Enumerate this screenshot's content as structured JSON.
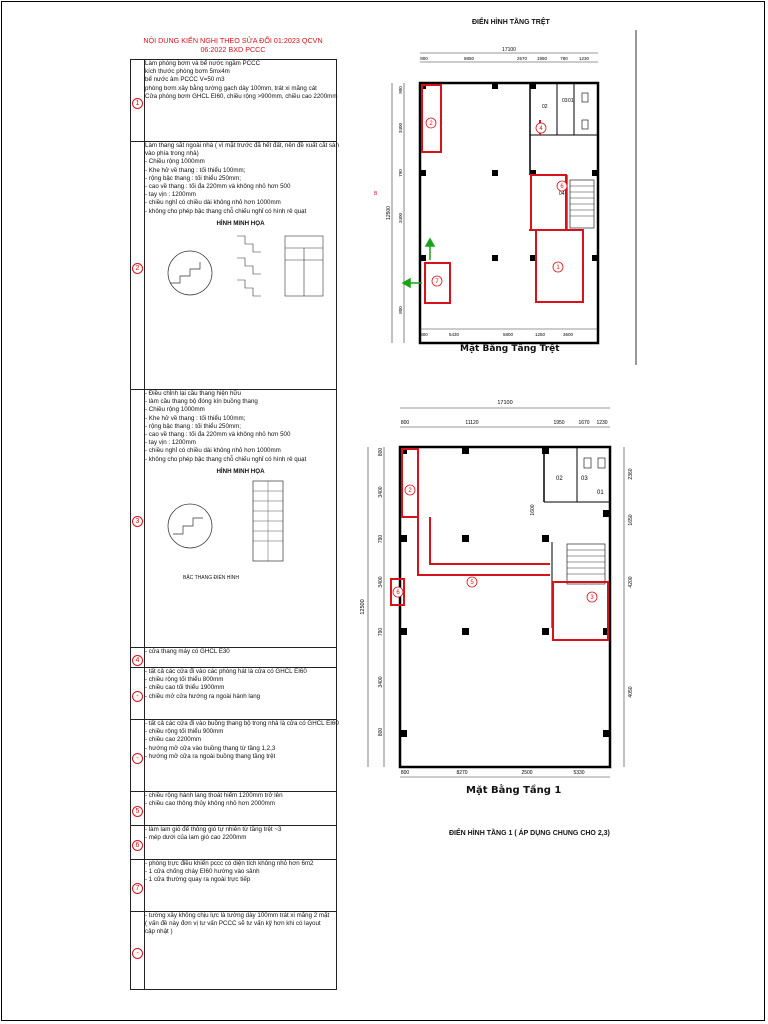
{
  "header": {
    "title": "NỘI DUNG KIẾN NGHỊ THEO SỬA ĐỔI 01:2023 QCVN 06:2022 BXD PCCC",
    "ground_heading": "ĐIỂN HÌNH TẦNG TRỆT",
    "floor_heading": "ĐIỂN HÌNH TẦNG 1 ( ÁP DỤNG CHUNG CHO 2,3)"
  },
  "rows": [
    {
      "num": "1",
      "lines": [
        "Làm phòng bơm và bể nước ngầm PCCC",
        "kích thước phòng bơm 5mx4m",
        "bể nước âm PCCC V=50 m3",
        "phòng bơm xây bằng tường gạch dày 100mm, trát xi măng cát",
        "Cửa phòng bơm GHCL EI60, chiều rộng >900mm, chiều cao 2200mm"
      ]
    },
    {
      "num": "2",
      "lines": [
        "Làm thang sắt ngoài nhà ( vì mặt trước đã hết đất, nên đề xuất cắt sàn",
        "vào phía trong nhà)",
        "- Chiều rộng 1000mm",
        "- Khe hở về thang : tối thiểu 100mm;",
        "- rộng bậc thang : tối thiểu 250mm;",
        "- cao về thang : tối đa 220mm  và không nhỏ hơn 500",
        "- tay vịn : 1200mm",
        "- chiều nghỉ có chiều dài không nhỏ hơn 1000mm",
        "- không cho phép bậc thang chỗ chiếu nghỉ có hình rẻ quạt"
      ],
      "figure_title": "HÌNH MINH HỌA"
    },
    {
      "num": "3",
      "lines": [
        "- Điều chỉnh lại cầu thang hiện hữu",
        "- làm cầu thang bộ đóng kín buồng thang",
        "- Chiều rộng 1000mm",
        "- Khe hở về thang : tối thiểu 100mm;",
        "- rộng bậc thang : tối thiểu 250mm;",
        "- cao về thang : tối đa 220mm  và không nhỏ hơn 500",
        "- tay vịn : 1200mm",
        "- chiều nghỉ có chiều dài không nhỏ hơn 1000mm",
        "- không cho phép bậc thang chỗ chiếu nghỉ có hình rẻ quạt"
      ],
      "figure_title": "HÌNH MINH HỌA",
      "figure_caption": "BẬC THANG ĐIỂN HÌNH"
    },
    {
      "num": "4",
      "lines": [
        "- cửa thang máy có GHCL E30"
      ]
    },
    {
      "num": "-",
      "lines": [
        "- tất cả các cửa đi vào các phòng hát là cửa có GHCL EI60",
        "- chiều rộng tối thiểu 800mm",
        "- chiều cao tối thiểu 1900mm",
        "- chiều mở cửa hướng ra ngoài hành lang"
      ]
    },
    {
      "num": "-",
      "lines": [
        "- tất cả các cửa đi vào buồng thang bộ trong nhà là cửa có GHCL EI60",
        "- chiều rộng tối thiểu 900mm",
        "- chiều cao 2200mm",
        "- hướng mở cửa vào buồng thang từ tầng 1,2,3",
        "- hướng mở cửa ra ngoài buồng thang tầng trệt"
      ]
    },
    {
      "num": "5",
      "lines": [
        "- chiều rộng hành lang thoát hiểm 1200mm trở lên",
        "- chiều cao thông thủy không nhỏ hơn 2000mm"
      ]
    },
    {
      "num": "6",
      "lines": [
        "- làm lam gió để thông gió tự nhiên từ tầng trệt ~3",
        "- mép dưới của lam gió cao 2200mm"
      ]
    },
    {
      "num": "7",
      "lines": [
        "- phòng trực điều khiển pccc có diện tích không nhỏ hơn 6m2",
        "- 1 cửa chống cháy EI60 hướng vào sảnh",
        "- 1 cửa thường quay ra ngoài trực tiếp"
      ]
    },
    {
      "num": "-",
      "lines": [
        "- tường xây không chịu lực là tường dày 100mm trát xi măng 2 mặt",
        "  ( vấn đề này đơn vị tư vấn PCCC sẽ tư vấn kỹ hơn khi có layout",
        "  cập nhật )"
      ]
    }
  ],
  "plans": {
    "ground": {
      "title": "Mặt Bằng Tầng Trệt",
      "total": "17100",
      "top_dims": [
        "800",
        "8850",
        "2570",
        "1950",
        "780",
        "1230"
      ],
      "bottom_dims": [
        "800",
        "5430",
        "5800",
        "1250",
        "3600"
      ],
      "left_dims": [
        "900",
        "3400",
        "790",
        "3400",
        "800"
      ],
      "total_height": "12500",
      "room_labels": [
        "02",
        "03",
        "01",
        "04"
      ],
      "markers": [
        "1",
        "2",
        "4",
        "6",
        "7"
      ]
    },
    "floor": {
      "title": "Mặt Bằng Tầng 1",
      "total": "17100",
      "top_dims": [
        "800",
        "11120",
        "1950",
        "1670",
        "1230"
      ],
      "bottom_dims": [
        "800",
        "8270",
        "2500",
        "5330"
      ],
      "left_dims": [
        "800",
        "3400",
        "790",
        "3400",
        "790",
        "3400",
        "800"
      ],
      "right_dims": [
        "2360",
        "1650",
        "4200",
        "4050"
      ],
      "mid_dim": "1600",
      "total_height": "12500",
      "room_labels": [
        "02",
        "03",
        "01"
      ],
      "markers": [
        "2",
        "3",
        "5",
        "6"
      ]
    }
  },
  "colors": {
    "accent": "#d8121a",
    "arrow": "#1aa31a"
  }
}
